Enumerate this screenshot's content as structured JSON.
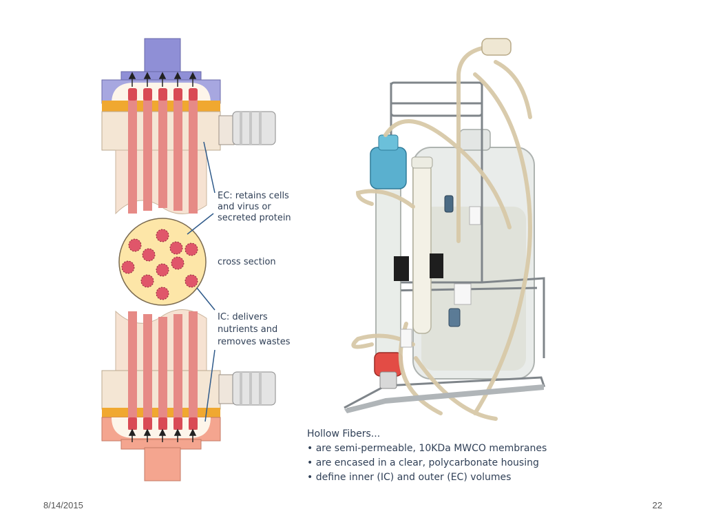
{
  "diagram": {
    "labels": {
      "ec": [
        "EC: retains cells",
        "and virus or",
        "secreted protein"
      ],
      "cross_section": "cross section",
      "ic": [
        "IC: delivers",
        "nutrients and",
        "removes wastes"
      ]
    }
  },
  "caption": {
    "heading": "Hollow Fibers...",
    "bullets": [
      "are semi-permeable, 10KDa MWCO membranes",
      "are encased in a clear, polycarbonate housing",
      "define inner (IC) and outer (EC) volumes"
    ]
  },
  "footer": {
    "date": "8/14/2015",
    "page": "22"
  },
  "colors": {
    "text": "#2f3f56",
    "fiber": "#d94a55",
    "header_top": "#8f8fd6",
    "header_bottom": "#f4a58f",
    "potting": "#f0a830",
    "housing": "#f4e6d4",
    "cross_section_fill": "#fde6a8"
  }
}
